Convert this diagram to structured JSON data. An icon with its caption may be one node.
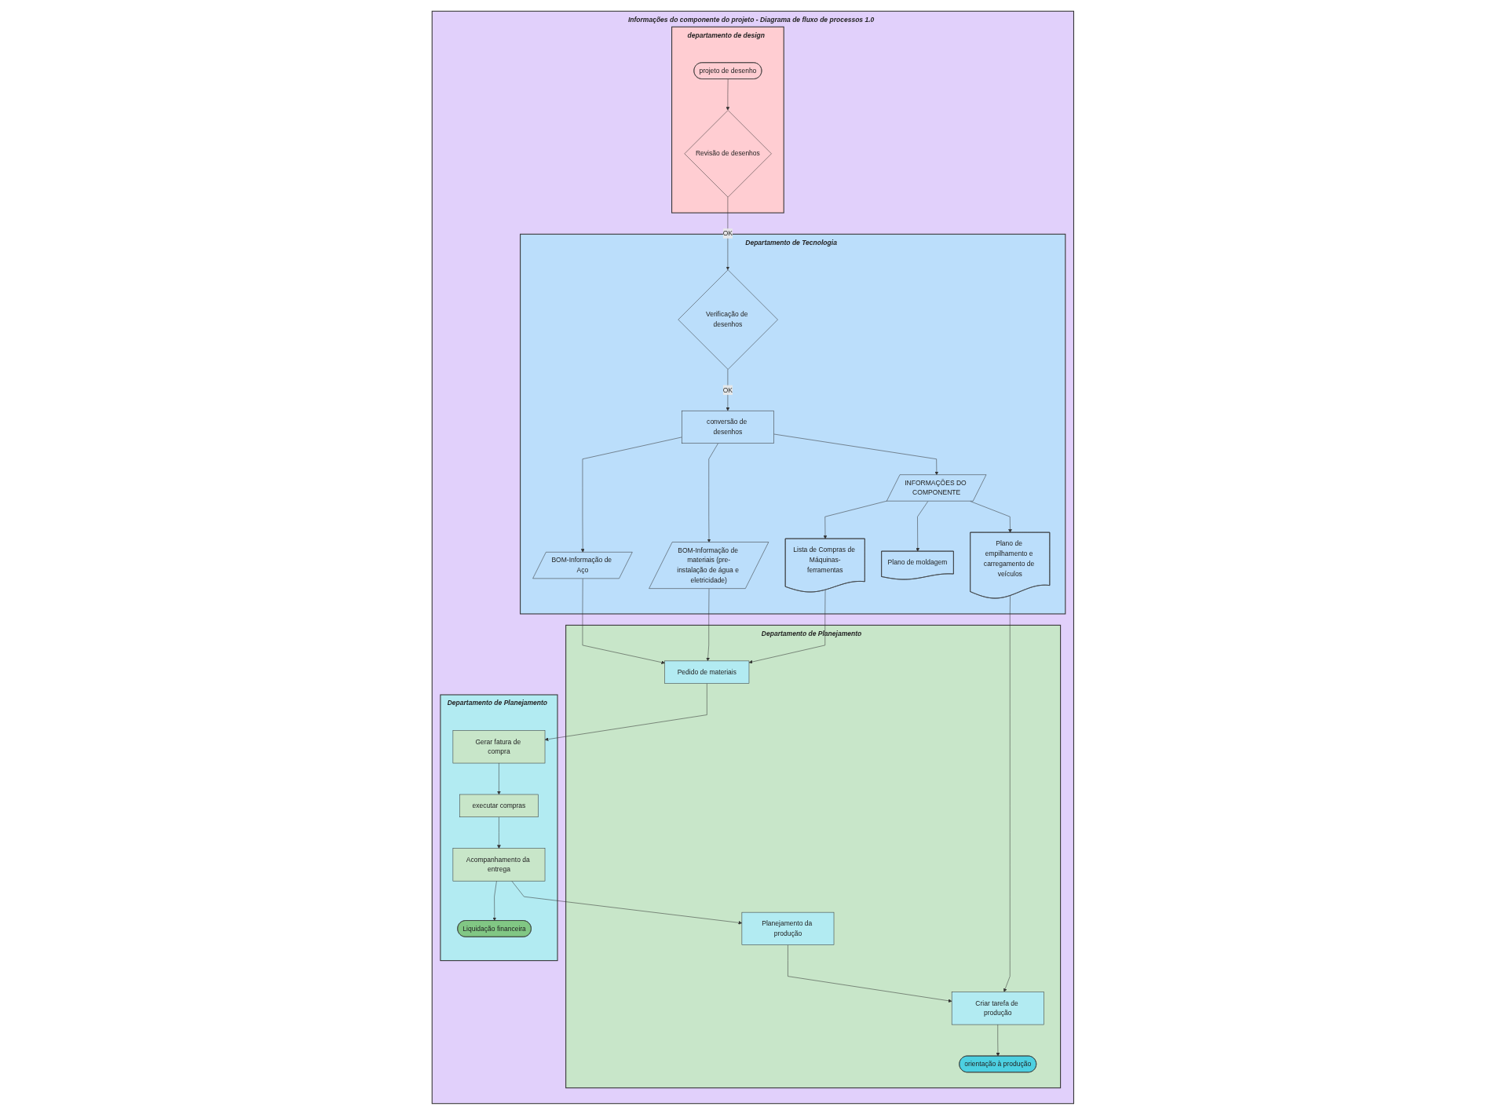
{
  "diagram": {
    "nodes": [
      {
        "text": [
          "Informações do componente do projeto - Diagrama de fluxo de processos 1.0"
        ]
      },
      {
        "text": [
          "departamento de design"
        ],
        "in": 0
      },
      {
        "text": [
          "Departamento de Tecnologia"
        ],
        "in": 0
      },
      {
        "text": [
          "Departamento de Planejamento"
        ],
        "in": 0
      },
      {
        "text": [
          "Departamento de Planejamento"
        ],
        "in": 0
      },
      {
        "text": [
          "projeto de desenho"
        ],
        "in": 1
      },
      {
        "text": [
          "Revisão de desenhos"
        ],
        "in": 1
      },
      {
        "text": [
          "Verificação de desenhos"
        ],
        "in": 2
      },
      {
        "text": [
          "conversão de desenhos"
        ],
        "in": 2
      },
      {
        "text": [
          "INFORMAÇÕES DO COMPONENTE"
        ],
        "in": 2
      },
      {
        "text": [
          "Lista de Compras de Máquinas-ferramentas"
        ],
        "in": 2
      },
      {
        "text": [
          "Plano de moldagem"
        ],
        "in": 2
      },
      {
        "text": [
          "Plano de empilhamento e carregamento de veículos"
        ],
        "in": 2
      },
      {
        "text": [
          "BOM-Informação de materiais (pre-instalação de água e eletricidade)"
        ],
        "in": 2
      },
      {
        "text": [
          "BOM-Informação de Aço"
        ],
        "in": 2
      },
      {
        "text": [
          "Pedido de materiais"
        ],
        "in": 3
      },
      {
        "text": [
          "Planejamento da produção"
        ],
        "in": 3
      },
      {
        "text": [
          "Criar tarefa de produção"
        ],
        "in": 3
      },
      {
        "text": [
          "orientação à produção"
        ],
        "in": 3
      },
      {
        "text": [
          "Gerar fatura de compra"
        ],
        "in": 4
      },
      {
        "text": [
          "executar compras"
        ],
        "in": 4
      },
      {
        "text": [
          "Acompanhamento da entrega"
        ],
        "in": 4
      },
      {
        "text": [
          "Liquidação financeira"
        ],
        "in": 4
      }
    ],
    "edges": [
      {
        "from": 5,
        "to": 6,
        "arrow": "to"
      },
      {
        "from": 6,
        "to": 7,
        "arrow": "to",
        "label": "OK"
      },
      {
        "from": 7,
        "to": 8,
        "arrow": "to",
        "label": "OK"
      },
      {
        "from": 8,
        "to": 9,
        "arrow": "to"
      },
      {
        "from": 8,
        "to": 13,
        "arrow": "to"
      },
      {
        "from": 8,
        "to": 14,
        "arrow": "to"
      },
      {
        "from": 9,
        "to": 10,
        "arrow": "to"
      },
      {
        "from": 9,
        "to": 11,
        "arrow": "to"
      },
      {
        "from": 9,
        "to": 12,
        "arrow": "to"
      },
      {
        "from": 10,
        "to": 15,
        "arrow": "to"
      },
      {
        "from": 13,
        "to": 15,
        "arrow": "to"
      },
      {
        "from": 14,
        "to": 15,
        "arrow": "to"
      },
      {
        "from": 12,
        "to": 17,
        "arrow": "to"
      },
      {
        "from": 15,
        "to": 19,
        "arrow": "to"
      },
      {
        "from": 19,
        "to": 20,
        "arrow": "to"
      },
      {
        "from": 20,
        "to": 21,
        "arrow": "to"
      },
      {
        "from": 21,
        "to": 16,
        "arrow": "to"
      },
      {
        "from": 21,
        "to": 22,
        "arrow": "to"
      },
      {
        "from": 16,
        "to": 17,
        "arrow": "to"
      },
      {
        "from": 17,
        "to": 18,
        "arrow": "to"
      }
    ]
  }
}
